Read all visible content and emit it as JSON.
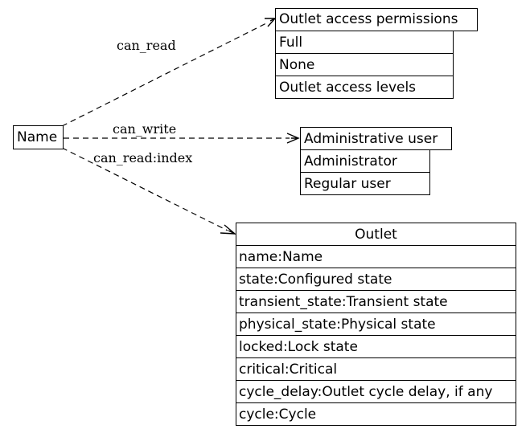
{
  "diagram": {
    "source": {
      "label": "Name"
    },
    "entities": [
      {
        "title": "Outlet access permissions",
        "rows": [
          "Full",
          "None",
          "Outlet access levels"
        ]
      },
      {
        "title": "Administrative user",
        "rows": [
          "Administrator",
          "Regular user"
        ]
      },
      {
        "title": "Outlet",
        "rows": [
          "name:Name",
          "state:Configured state",
          "transient_state:Transient state",
          "physical_state:Physical state",
          "locked:Lock state",
          "critical:Critical",
          "cycle_delay:Outlet cycle delay, if any",
          "cycle:Cycle"
        ]
      }
    ],
    "edges": [
      {
        "label": "can_read",
        "to": "Outlet access permissions"
      },
      {
        "label": "can_write",
        "to": "Administrative user"
      },
      {
        "label": "can_read:index",
        "to": "Outlet"
      }
    ]
  }
}
